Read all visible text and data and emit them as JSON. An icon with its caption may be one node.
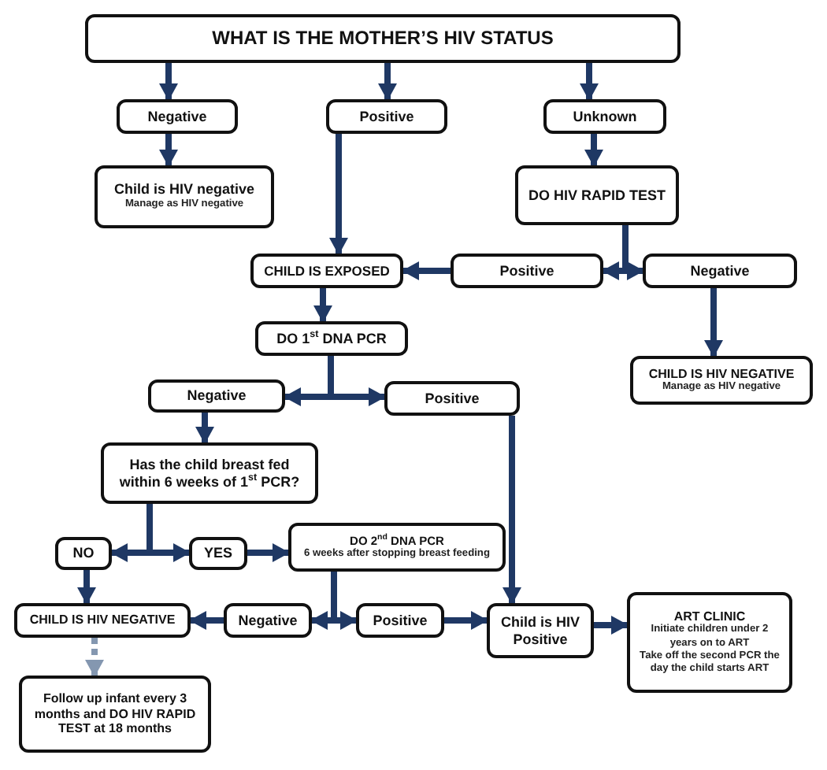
{
  "diagram": {
    "nodes": [
      {
        "text": [
          "WHAT IS THE MOTHER’S HIV STATUS"
        ]
      },
      {
        "text": [
          "Negative"
        ]
      },
      {
        "text": [
          "Positive"
        ]
      },
      {
        "text": [
          "Unknown"
        ]
      },
      {
        "text": [
          "Child is HIV negative",
          "Manage as HIV negative"
        ]
      },
      {
        "text": [
          "DO HIV RAPID TEST"
        ]
      },
      {
        "text": [
          "CHILD IS EXPOSED"
        ]
      },
      {
        "text": [
          "Positive"
        ]
      },
      {
        "text": [
          "Negative"
        ]
      },
      {
        "text": [
          "DO 1$^{st}$ DNA PCR"
        ]
      },
      {
        "text": [
          "CHILD IS HIV NEGATIVE",
          "Manage as HIV negative"
        ]
      },
      {
        "text": [
          "Negative"
        ]
      },
      {
        "text": [
          "Positive"
        ]
      },
      {
        "text": [
          "Has the child breast fed within 6 weeks of 1$^{st}$ PCR?"
        ]
      },
      {
        "text": [
          "NO"
        ]
      },
      {
        "text": [
          "YES"
        ]
      },
      {
        "text": [
          "DO 2$^{nd}$ DNA PCR",
          "6 weeks after stopping breast feeding"
        ]
      },
      {
        "text": [
          "CHILD IS HIV NEGATIVE"
        ]
      },
      {
        "text": [
          "Negative"
        ]
      },
      {
        "text": [
          "Positive"
        ]
      },
      {
        "text": [
          "Child is HIV Positive"
        ]
      },
      {
        "text": [
          "ART CLINIC",
          "Initiate children under 2 years on to ART",
          "Take off the second PCR the day the child starts ART"
        ]
      },
      {
        "text": [
          "Follow up infant every 3 months and DO HIV RAPID TEST at 18 months"
        ]
      }
    ],
    "edges": [
      {
        "from": 0,
        "to": 1,
        "arrow": "to"
      },
      {
        "from": 0,
        "to": 2,
        "arrow": "to"
      },
      {
        "from": 0,
        "to": 3,
        "arrow": "to"
      },
      {
        "from": 1,
        "to": 4,
        "arrow": "to"
      },
      {
        "from": 2,
        "to": 6,
        "arrow": "to"
      },
      {
        "from": 3,
        "to": 5,
        "arrow": "to"
      },
      {
        "from": 5,
        "to": 7,
        "arrow": "to"
      },
      {
        "from": 5,
        "to": 8,
        "arrow": "to"
      },
      {
        "from": 7,
        "to": 6,
        "arrow": "to"
      },
      {
        "from": 8,
        "to": 10,
        "arrow": "to"
      },
      {
        "from": 6,
        "to": 9,
        "arrow": "to"
      },
      {
        "from": 9,
        "to": 11,
        "arrow": "to"
      },
      {
        "from": 9,
        "to": 12,
        "arrow": "to"
      },
      {
        "from": 11,
        "to": 13,
        "arrow": "to"
      },
      {
        "from": 13,
        "to": 14,
        "arrow": "to"
      },
      {
        "from": 13,
        "to": 15,
        "arrow": "to"
      },
      {
        "from": 15,
        "to": 16,
        "arrow": "to"
      },
      {
        "from": 14,
        "to": 17,
        "arrow": "to"
      },
      {
        "from": 16,
        "to": 18,
        "arrow": "to"
      },
      {
        "from": 16,
        "to": 19,
        "arrow": "to"
      },
      {
        "from": 18,
        "to": 17,
        "arrow": "to"
      },
      {
        "from": 19,
        "to": 20,
        "arrow": "to"
      },
      {
        "from": 12,
        "to": 20,
        "arrow": "to"
      },
      {
        "from": 20,
        "to": 21,
        "arrow": "to"
      },
      {
        "from": 17,
        "to": 22,
        "arrow": "to",
        "style": "dashed",
        "color": "#8497b0"
      }
    ]
  }
}
